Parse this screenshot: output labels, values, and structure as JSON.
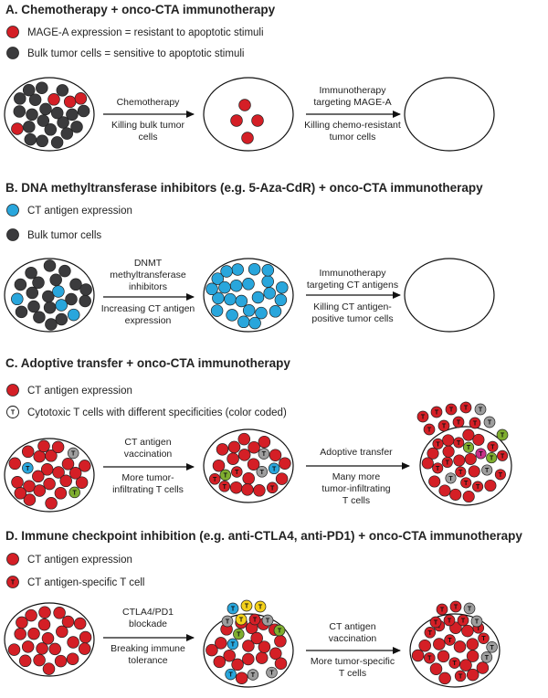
{
  "colors": {
    "red": "#d41f26",
    "bulk": "#3b3b3d",
    "blue": "#29a6dc",
    "grey": "#9e9e9e",
    "green": "#7fae2f",
    "yellow": "#f4d11a",
    "magenta": "#c8318a",
    "tcell_blue": "#29a6dc"
  },
  "panels": [
    {
      "title": "A. Chemotherapy + onco-CTA immunotherapy",
      "legend": [
        {
          "type": "dot",
          "color": "red",
          "text": "MAGE-A expression = resistant to apoptotic stimuli"
        },
        {
          "type": "dot",
          "color": "bulk",
          "text": "Bulk tumor cells = sensitive to apoptotic stimuli"
        }
      ],
      "arrows": [
        {
          "above": [
            "Chemotherapy"
          ],
          "below": [
            "Killing bulk tumor",
            "cells"
          ]
        },
        {
          "above": [
            "Immunotherapy",
            "targeting MAGE-A"
          ],
          "below": [
            "Killing chemo-resistant",
            "tumor cells"
          ]
        }
      ]
    },
    {
      "title": "B. DNA methyltransferase inhibitors (e.g. 5-Aza-CdR) + onco-CTA immunotherapy",
      "legend": [
        {
          "type": "dot",
          "color": "blue",
          "text": "CT antigen expression"
        },
        {
          "type": "dot",
          "color": "bulk",
          "text": "Bulk tumor cells"
        }
      ],
      "arrows": [
        {
          "above": [
            "DNMT",
            "methyltransferase",
            "inhibitors"
          ],
          "below": [
            "Increasing CT antigen",
            "expression"
          ]
        },
        {
          "above": [
            "Immunotherapy",
            "targeting CT antigens"
          ],
          "below": [
            "Killing CT antigen-",
            "positive tumor cells"
          ]
        }
      ]
    },
    {
      "title": "C. Adoptive transfer + onco-CTA immunotherapy",
      "legend": [
        {
          "type": "dot",
          "color": "red",
          "text": "CT antigen expression"
        },
        {
          "type": "tcell",
          "color": "white",
          "text": "Cytotoxic T cells with different specificities (color coded)"
        }
      ],
      "arrows": [
        {
          "above": [
            "CT antigen",
            "vaccination"
          ],
          "below": [
            "More tumor-",
            "infiltrating T cells"
          ]
        },
        {
          "above": [
            "Adoptive transfer"
          ],
          "below": [
            "Many more",
            "tumor-infiltrating",
            "T cells"
          ]
        }
      ]
    },
    {
      "title": "D. Immune checkpoint inhibition (e.g. anti-CTLA4, anti-PD1) + onco-CTA immunotherapy",
      "legend": [
        {
          "type": "dot",
          "color": "red",
          "text": "CT antigen expression"
        },
        {
          "type": "tcell",
          "color": "red",
          "text": "CT antigen-specific T cell"
        }
      ],
      "arrows": [
        {
          "above": [
            "CTLA4/PD1",
            "blockade"
          ],
          "below": [
            "Breaking immune",
            "tolerance"
          ]
        },
        {
          "above": [
            "CT antigen",
            "vaccination"
          ],
          "below": [
            "More tumor-specific",
            "T cells"
          ]
        }
      ]
    }
  ],
  "tcell_letter": "T"
}
